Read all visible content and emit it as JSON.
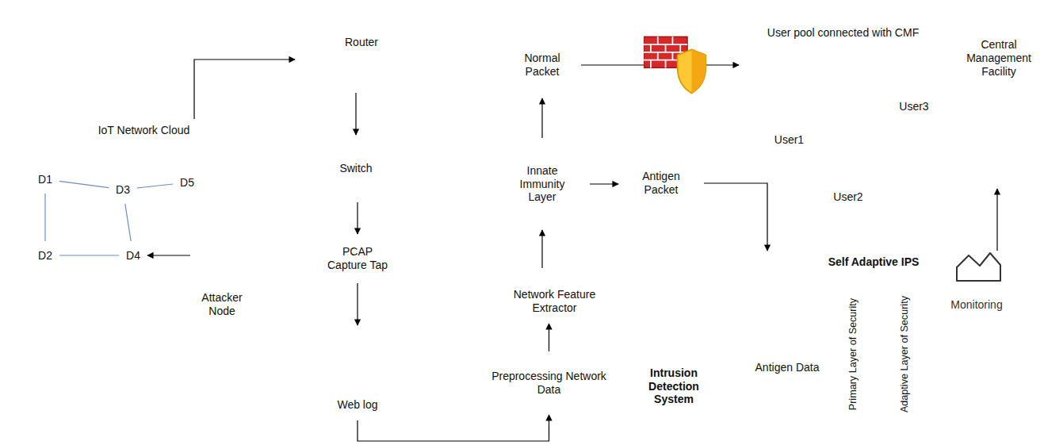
{
  "diagram": {
    "nodes": [
      {
        "text": [
          "IoT Network Cloud"
        ]
      },
      {
        "text": [
          "D1"
        ],
        "in": 0
      },
      {
        "text": [
          "D3"
        ],
        "in": 0
      },
      {
        "text": [
          "D5"
        ],
        "in": 0
      },
      {
        "text": [
          "D2"
        ],
        "in": 0
      },
      {
        "text": [
          "D4"
        ],
        "in": 0
      },
      {
        "text": [
          "Attacker Node"
        ],
        "in": 0
      },
      {
        "text": [
          "Router"
        ]
      },
      {
        "text": [
          "Switch"
        ]
      },
      {
        "text": [
          "PCAP Capture Tap"
        ]
      },
      {
        "text": [
          "Web log"
        ]
      },
      {
        "text": [
          "Intrusion Detection System"
        ]
      },
      {
        "text": [
          "Normal Packet"
        ],
        "in": 11
      },
      {
        "text": [
          "Innate Immunity Layer"
        ],
        "in": 11
      },
      {
        "text": [
          "Antigen Packet"
        ],
        "in": 11
      },
      {
        "text": [
          "Network Feature Extractor"
        ],
        "in": 11
      },
      {
        "text": [
          "Preprocessing Network Data"
        ],
        "in": 11
      },
      {
        "text": [
          "User pool connected with CMF"
        ]
      },
      {
        "text": [
          "User1"
        ],
        "in": 17
      },
      {
        "text": [
          "User3"
        ],
        "in": 17
      },
      {
        "text": [
          "User2"
        ],
        "in": 17
      },
      {
        "text": [
          "Central Management Facility"
        ]
      },
      {
        "text": [
          "Self Adaptive IPS"
        ]
      },
      {
        "text": [
          "Antigen Data"
        ],
        "in": 22
      },
      {
        "text": [
          "Primary Layer of Security"
        ],
        "in": 22
      },
      {
        "text": [
          "Adaptive Layer of Security"
        ],
        "in": 22
      },
      {
        "text": [
          "Monitoring"
        ],
        "in": 22
      }
    ],
    "edges": [
      {
        "from": 6,
        "to": 5,
        "arrow": "to"
      },
      {
        "from": 1,
        "to": 4,
        "arrow": "none"
      },
      {
        "from": 1,
        "to": 2,
        "arrow": "none"
      },
      {
        "from": 2,
        "to": 3,
        "arrow": "none"
      },
      {
        "from": 2,
        "to": 5,
        "arrow": "none"
      },
      {
        "from": 4,
        "to": 5,
        "arrow": "none"
      },
      {
        "from": 0,
        "to": 7,
        "arrow": "to"
      },
      {
        "from": 7,
        "to": 8,
        "arrow": "to"
      },
      {
        "from": 8,
        "to": 9,
        "arrow": "to"
      },
      {
        "from": 9,
        "to": 10,
        "arrow": "to"
      },
      {
        "from": 10,
        "to": 16,
        "arrow": "to"
      },
      {
        "from": 16,
        "to": 15,
        "arrow": "to"
      },
      {
        "from": 15,
        "to": 13,
        "arrow": "to"
      },
      {
        "from": 13,
        "to": 12,
        "arrow": "to"
      },
      {
        "from": 13,
        "to": 14,
        "arrow": "to"
      },
      {
        "from": 12,
        "to": 17,
        "arrow": "to"
      },
      {
        "from": 14,
        "to": 22,
        "arrow": "to"
      },
      {
        "from": 22,
        "to": 21,
        "arrow": "to"
      }
    ]
  }
}
